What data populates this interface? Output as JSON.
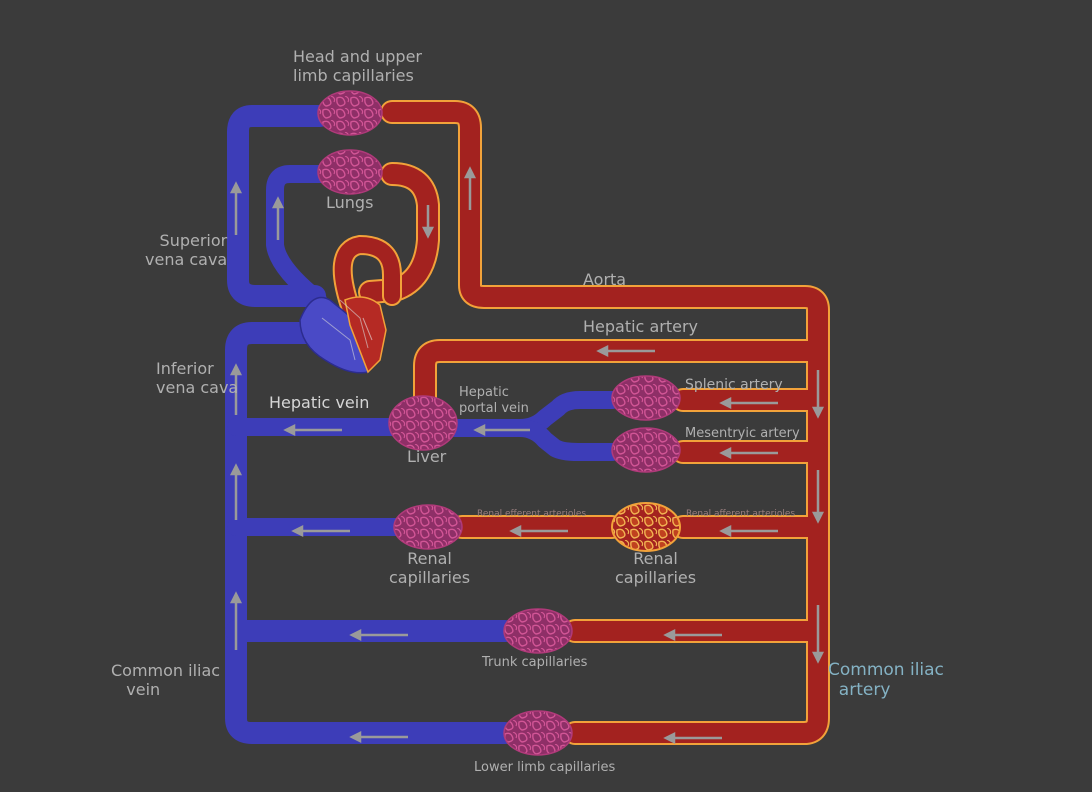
{
  "labels": {
    "head_upper": "Head and upper\nlimb capillaries",
    "lungs": "Lungs",
    "superior_vena_cava": "Superior\nvena cava",
    "inferior_vena_cava": "Inferior\nvena cava",
    "aorta": "Aorta",
    "hepatic_artery": "Hepatic artery",
    "hepatic_vein": "Hepatic vein",
    "hepatic_portal_vein": "Hepatic\nportal vein",
    "liver": "Liver",
    "splenic_artery": "Splenic artery",
    "mesentryic_artery": "Mesentryic artery",
    "renal_efferent": "Renal efferent arterioles",
    "renal_afferent": "Renal afferent arterioles",
    "renal_capillaries_left": "Renal\ncapillaries",
    "renal_capillaries_right": "Renal\ncapillaries",
    "trunk_capillaries": "Trunk capillaries",
    "common_iliac_vein": "Common iliac\n   vein",
    "common_iliac_artery": "Common iliac\n  artery",
    "lower_limb_capillaries": "Lower limb capillaries"
  },
  "colors": {
    "background": "#3b3b3b",
    "vein": "#3d3db8",
    "artery": "#a3221f",
    "artery_outline": "#f2a23a",
    "capillary": "#8e2f67",
    "capillary_mesh": "#c84a8e",
    "kidney_capillary": "#e48a2a",
    "arrow": "#9a9a9a"
  }
}
